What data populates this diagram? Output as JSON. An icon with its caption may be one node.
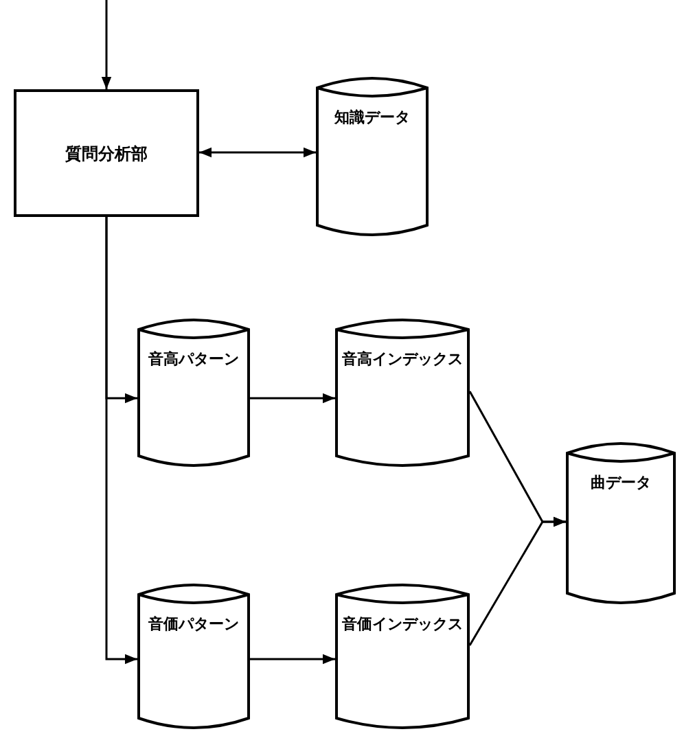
{
  "diagram": {
    "nodes": [
      {
        "text": [
          "質問分析部"
        ]
      },
      {
        "text": [
          "知識データ"
        ]
      },
      {
        "text": [
          "音高パターン"
        ]
      },
      {
        "text": [
          "音高インデックス"
        ]
      },
      {
        "text": [
          "曲データ"
        ]
      },
      {
        "text": [
          "音価パターン"
        ]
      },
      {
        "text": [
          "音価インデックス"
        ]
      }
    ],
    "edges": [
      {
        "from": null,
        "to": 0,
        "arrow": "to"
      },
      {
        "from": 0,
        "to": 1,
        "arrow": "both"
      },
      {
        "from": 0,
        "to": 2,
        "arrow": "to"
      },
      {
        "from": 0,
        "to": 5,
        "arrow": "to"
      },
      {
        "from": 2,
        "to": 3,
        "arrow": "to"
      },
      {
        "from": 5,
        "to": 6,
        "arrow": "to"
      },
      {
        "from": 3,
        "to": 4,
        "arrow": "to"
      },
      {
        "from": 6,
        "to": 4,
        "arrow": "to"
      }
    ]
  }
}
